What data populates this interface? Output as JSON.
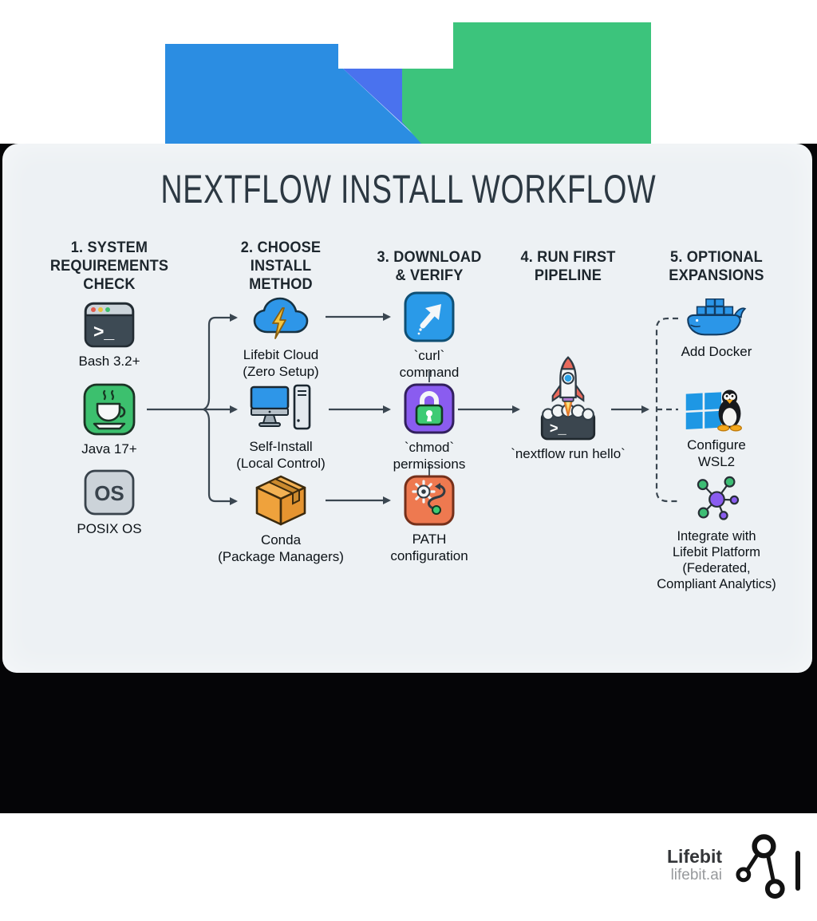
{
  "title": "NEXTFLOW INSTALL WORKFLOW",
  "columns": [
    {
      "header": "1. SYSTEM\nREQUIREMENTS\nCHECK"
    },
    {
      "header": "2. CHOOSE\nINSTALL\nMETHOD"
    },
    {
      "header": "3. DOWNLOAD\n& VERIFY"
    },
    {
      "header": "4. RUN FIRST\nPIPELINE"
    },
    {
      "header": "5. OPTIONAL\nEXPANSIONS"
    }
  ],
  "nodes": {
    "bash": {
      "label": "Bash 3.2+"
    },
    "java": {
      "label": "Java 17+"
    },
    "posix": {
      "label": "POSIX OS"
    },
    "cloud": {
      "label": "Lifebit Cloud\n(Zero Setup)"
    },
    "self_install": {
      "label": "Self-Install\n(Local Control)"
    },
    "conda": {
      "label": "Conda\n(Package Managers)"
    },
    "curl": {
      "label": "`curl`\ncommand"
    },
    "chmod": {
      "label": "`chmod`\npermissions"
    },
    "path_config": {
      "label": "PATH\nconfiguration"
    },
    "pipeline": {
      "label": "`nextflow run hello`"
    },
    "docker": {
      "label": "Add Docker"
    },
    "wsl": {
      "label": "Configure\nWSL2"
    },
    "platform": {
      "label": "Integrate with\nLifebit Platform\n(Federated,\nCompliant Analytics)"
    }
  },
  "icons": {
    "prompt": ">_",
    "os": "OS"
  },
  "footer": {
    "brand": "Lifebit",
    "domain": "lifebit.ai"
  },
  "colors": {
    "logo_blue": "#2b8de2",
    "logo_royal": "#4a72ee",
    "logo_green": "#3cc47c",
    "panel_bg": "#edf1f4",
    "band_black": "#050507",
    "arrow": "#3a4650",
    "terminal_slate": "#3d4a54",
    "java_green": "#3cc06e",
    "cloud_blue": "#2e96e8",
    "conda_orange": "#efa23c",
    "curl_blue": "#2a9ae8",
    "chmod_purple": "#8a5cf0",
    "lock_green": "#3ecb74",
    "path_orange": "#ee7950",
    "docker_blue": "#2b96e8",
    "rocket_red": "#e96a5c",
    "tux_yellow": "#f5a81c"
  }
}
